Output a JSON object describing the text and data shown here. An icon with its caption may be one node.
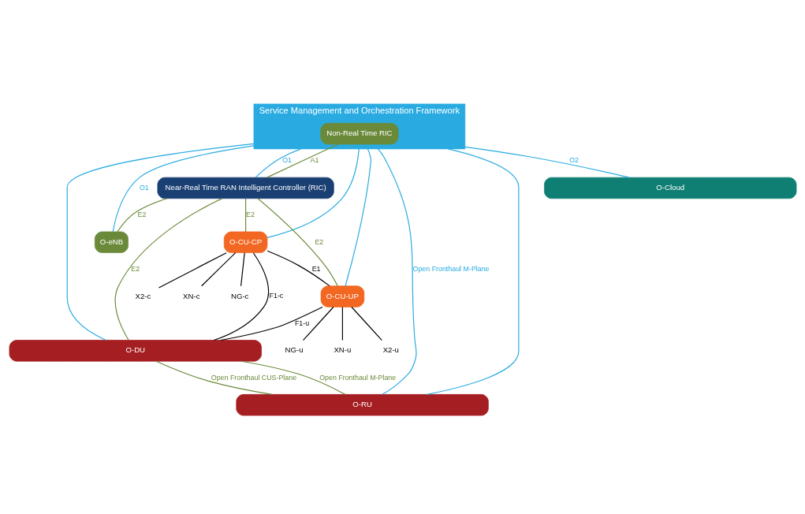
{
  "diagram": {
    "nodes": [
      {
        "text": [
          "Service Management and Orchestration Framework"
        ]
      },
      {
        "text": [
          "Non-Real Time RIC"
        ],
        "in": 0
      },
      {
        "text": [
          "Near-Real Time RAN Intelligent Controller (RIC)"
        ]
      },
      {
        "text": [
          "O-CU-CP"
        ]
      },
      {
        "text": [
          "O-CU-UP"
        ]
      },
      {
        "text": [
          "O-eNB"
        ]
      },
      {
        "text": [
          "O-DU"
        ]
      },
      {
        "text": [
          "O-RU"
        ]
      },
      {
        "text": [
          "O-Cloud"
        ]
      },
      {
        "text": [
          "X2-c"
        ]
      },
      {
        "text": [
          "X2-u"
        ]
      },
      {
        "text": [
          "NG-u"
        ]
      },
      {
        "text": [
          "XN-u"
        ]
      },
      {
        "text": [
          "XN-c"
        ]
      },
      {
        "text": [
          "NG-c"
        ]
      }
    ],
    "edges": [
      {
        "from": 1,
        "to": 2,
        "arrow": "none",
        "label": "A1",
        "color": "#6a8a3a"
      },
      {
        "from": 2,
        "to": 5,
        "arrow": "none",
        "label": "E2",
        "color": "#6a8a3a"
      },
      {
        "from": 2,
        "to": 3,
        "arrow": "none",
        "label": "E2",
        "color": "#6a8a3a"
      },
      {
        "from": 2,
        "to": 4,
        "arrow": "none",
        "label": "E2",
        "color": "#6a8a3a"
      },
      {
        "from": 2,
        "to": 6,
        "arrow": "none",
        "label": "E2",
        "color": "#6a8a3a"
      },
      {
        "from": 0,
        "to": 5,
        "arrow": "none",
        "label": "O1",
        "color": "#29abe2"
      },
      {
        "from": 0,
        "to": 7,
        "arrow": "none",
        "label": "Open Fronthaul M-Plane",
        "color": "#29abe2"
      },
      {
        "from": 0,
        "to": 8,
        "arrow": "none",
        "label": "O2",
        "color": "#29abe2"
      },
      {
        "from": 0,
        "to": 2,
        "arrow": "none",
        "label": "O1",
        "color": "#29abe2"
      },
      {
        "from": 0,
        "to": 3,
        "arrow": "none",
        "color": "#29abe2"
      },
      {
        "from": 0,
        "to": 4,
        "arrow": "none",
        "color": "#29abe2"
      },
      {
        "from": 0,
        "to": 6,
        "arrow": "none",
        "color": "#29abe2"
      },
      {
        "from": 0,
        "to": 7,
        "arrow": "none",
        "color": "#29abe2"
      },
      {
        "from": 3,
        "to": 4,
        "arrow": "none",
        "label": "E1"
      },
      {
        "from": 3,
        "to": 6,
        "arrow": "none",
        "label": "F1-c"
      },
      {
        "from": 4,
        "to": 6,
        "arrow": "none",
        "label": "F1-u"
      },
      {
        "from": 3,
        "to": 9,
        "arrow": "none"
      },
      {
        "from": 4,
        "to": 10,
        "arrow": "none"
      },
      {
        "from": 4,
        "to": 11,
        "arrow": "none"
      },
      {
        "from": 4,
        "to": 12,
        "arrow": "none"
      },
      {
        "from": 3,
        "to": 13,
        "arrow": "none"
      },
      {
        "from": 3,
        "to": 14,
        "arrow": "none"
      },
      {
        "from": 6,
        "to": 7,
        "arrow": "none",
        "label": "Open Fronthaul CUS-Plane",
        "color": "#6a8a3a"
      },
      {
        "from": 6,
        "to": 7,
        "arrow": "none",
        "label": "Open Fronthaul M-Plane",
        "color": "#6a8a3a"
      }
    ]
  }
}
